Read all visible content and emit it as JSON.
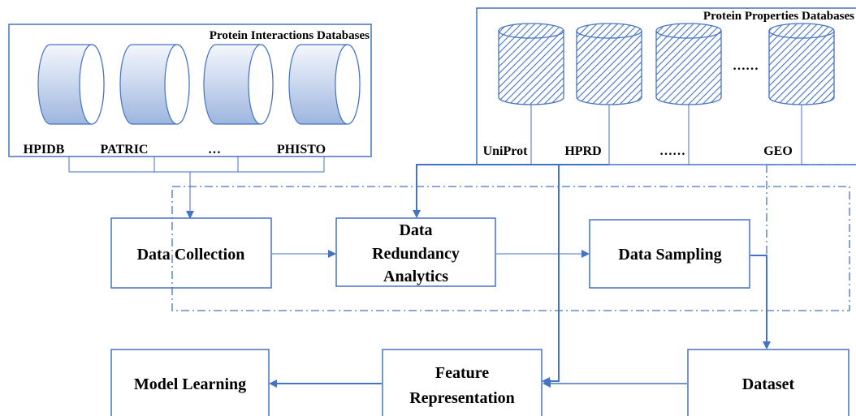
{
  "colors": {
    "stroke": "#4472C4",
    "cylinder_fill_light": "#EEF3FB",
    "cylinder_fill_dark": "#A9BFE2",
    "hatch": "#4472C4"
  },
  "interactions_group": {
    "title": "Protein Interactions Databases",
    "databases": [
      "HPIDB",
      "PATRIC",
      "…",
      "PHISTO"
    ]
  },
  "properties_group": {
    "title": "Protein Properties Databases",
    "databases": [
      "UniProt",
      "HPRD",
      "……",
      "GEO"
    ],
    "ellipsis_top": "……"
  },
  "steps": {
    "data_collection": "Data Collection",
    "redundancy_line1": "Data",
    "redundancy_line2": "Redundancy",
    "redundancy_line3": "Analytics",
    "data_sampling": "Data Sampling",
    "model_learning": "Model Learning",
    "feature_line1": "Feature",
    "feature_line2": "Representation",
    "dataset": "Dataset"
  }
}
